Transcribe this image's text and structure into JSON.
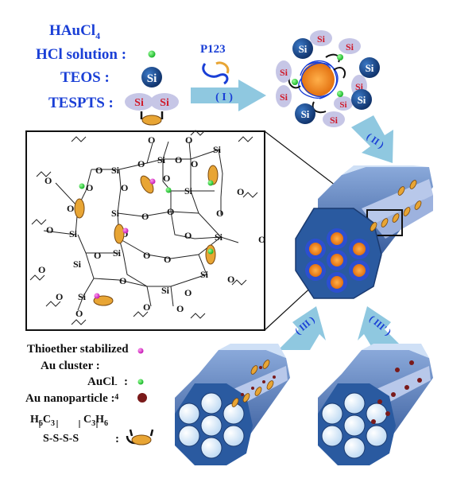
{
  "reagents": {
    "haucl4": "HAuCl",
    "haucl4_sub": "4",
    "hcl": "HCl solution :",
    "teos": "TEOS :",
    "tespts": "TESPTS :"
  },
  "si": "Si",
  "o": "O",
  "p123": "P123",
  "steps": {
    "s1": "( I )",
    "s2": "( II )",
    "s3": "( III )",
    "s3p": "( III' )"
  },
  "legend": {
    "thio1": "Thioether stabilized",
    "thio2": "Au cluster :",
    "aucl4": "AuCl",
    "aucl4_sup": "4",
    "aucl4_minus": "-",
    "aucl4_colon": ":",
    "aunp": "Au nanoparticle :",
    "h6c3": "H",
    "h6c3_sub": "6",
    "c3": "C",
    "c3_sub": "3",
    "c3h6": "C",
    "c3h6_sub1": "3",
    "c3h6_h": "H",
    "c3h6_sub2": "6",
    "s_chain": "S-S-S-S",
    "colon": ":"
  },
  "colors": {
    "label_blue": "#1a3fd6",
    "si_red": "#d01a2a",
    "arrow": "#8fc8e0",
    "si_ball": "#1a4a8a",
    "green": "#22dd33",
    "magenta": "#e020d0",
    "au_np": "#7a1a1a"
  }
}
